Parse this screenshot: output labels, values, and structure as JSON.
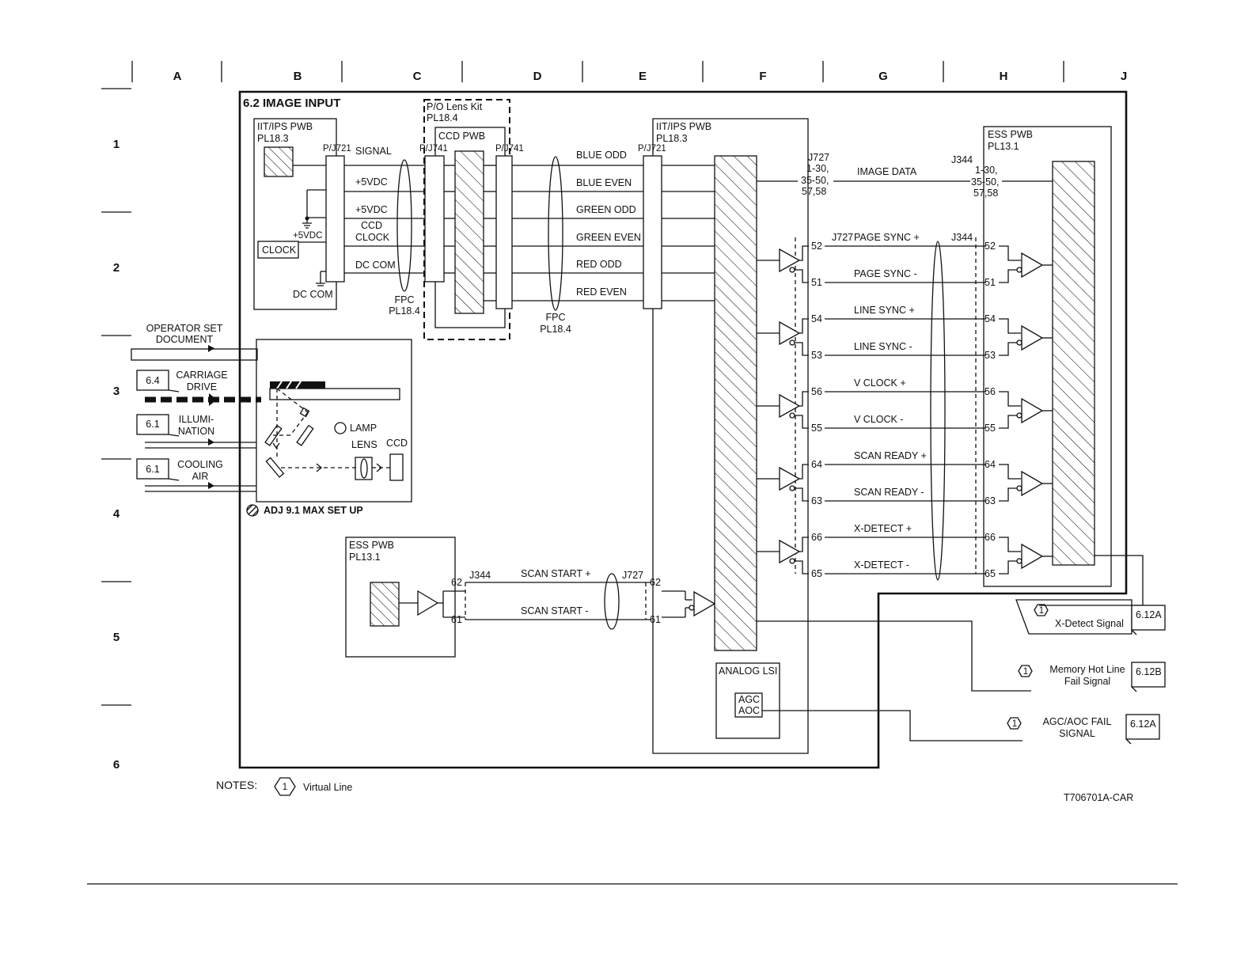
{
  "columns": [
    "A",
    "B",
    "C",
    "D",
    "E",
    "F",
    "G",
    "H",
    "J"
  ],
  "rows": [
    "1",
    "2",
    "3",
    "4",
    "5",
    "6"
  ],
  "title": "6.2 IMAGE INPUT",
  "blocks": {
    "iit_ips_pwb_left": "IIT/IPS PWB",
    "iit_ips_pwb_left_ref": "PL18.3",
    "po_lens_kit": "P/O Lens Kit",
    "po_lens_kit_ref": "PL18.4",
    "ccd_pwb": "CCD PWB",
    "iit_ips_pwb_right": "IIT/IPS PWB",
    "iit_ips_pwb_right_ref": "PL18.3",
    "ess_pwb_right": "ESS PWB",
    "ess_pwb_right_ref": "PL13.1",
    "ess_pwb_lower": "ESS PWB",
    "ess_pwb_lower_ref": "PL13.1",
    "analog_lsi": "ANALOG LSI",
    "agc": "AGC",
    "aoc": "AOC",
    "clock": "CLOCK",
    "lamp": "LAMP",
    "lens": "LENS",
    "ccd": "CCD",
    "adj": "ADJ 9.1 MAX SET UP"
  },
  "connectors": {
    "pj721": "P/J721",
    "pj741": "P/J741",
    "j727": "J727",
    "j344": "J344",
    "j727_pins": [
      "1-30,",
      "35-50,",
      "57,58"
    ],
    "j344_pins": [
      "1-30,",
      "35-50,",
      "57,58"
    ],
    "fpc": "FPC",
    "fpc_ref": "PL18.4"
  },
  "left_signals": {
    "signal": "SIGNAL",
    "p5vdc": "+5VDC",
    "ccd": "CCD",
    "clock": "CLOCK",
    "dc_com": "DC COM",
    "p5vdc_short": "+5VDC"
  },
  "ccd_signals": [
    "BLUE ODD",
    "BLUE EVEN",
    "GREEN ODD",
    "GREEN EVEN",
    "RED ODD",
    "RED EVEN"
  ],
  "image_data": "IMAGE DATA",
  "diff_pairs": [
    {
      "plus": "PAGE SYNC +",
      "minus": "PAGE SYNC -",
      "pin_plus": "52",
      "pin_minus": "51"
    },
    {
      "plus": "LINE SYNC +",
      "minus": "LINE SYNC -",
      "pin_plus": "54",
      "pin_minus": "53"
    },
    {
      "plus": "V CLOCK +",
      "minus": "V CLOCK -",
      "pin_plus": "56",
      "pin_minus": "55"
    },
    {
      "plus": "SCAN READY +",
      "minus": "SCAN READY -",
      "pin_plus": "64",
      "pin_minus": "63"
    },
    {
      "plus": "X-DETECT +",
      "minus": "X-DETECT -",
      "pin_plus": "66",
      "pin_minus": "65"
    }
  ],
  "scan_start": {
    "plus": "SCAN START +",
    "minus": "SCAN START -",
    "pin_plus": "62",
    "pin_minus": "61"
  },
  "inputs": [
    {
      "ref": "",
      "label": [
        "OPERATOR SET",
        "DOCUMENT"
      ]
    },
    {
      "ref": "6.4",
      "label": [
        "CARRIAGE",
        "DRIVE"
      ]
    },
    {
      "ref": "6.1",
      "label": [
        "ILLUMI-",
        "NATION"
      ]
    },
    {
      "ref": "6.1",
      "label": [
        "COOLING",
        "AIR"
      ]
    }
  ],
  "outputs": [
    {
      "label": [
        "X-Detect  Signal"
      ],
      "ref": "6.12A"
    },
    {
      "label": [
        "Memory Hot Line",
        "Fail Signal"
      ],
      "ref": "6.12B"
    },
    {
      "label": [
        "AGC/AOC FAIL",
        "SIGNAL"
      ],
      "ref": "6.12A"
    }
  ],
  "virtual_line_num": "1",
  "notes_label": "NOTES:",
  "notes_text": "Virtual Line",
  "drawing_id": "T706701A-CAR"
}
